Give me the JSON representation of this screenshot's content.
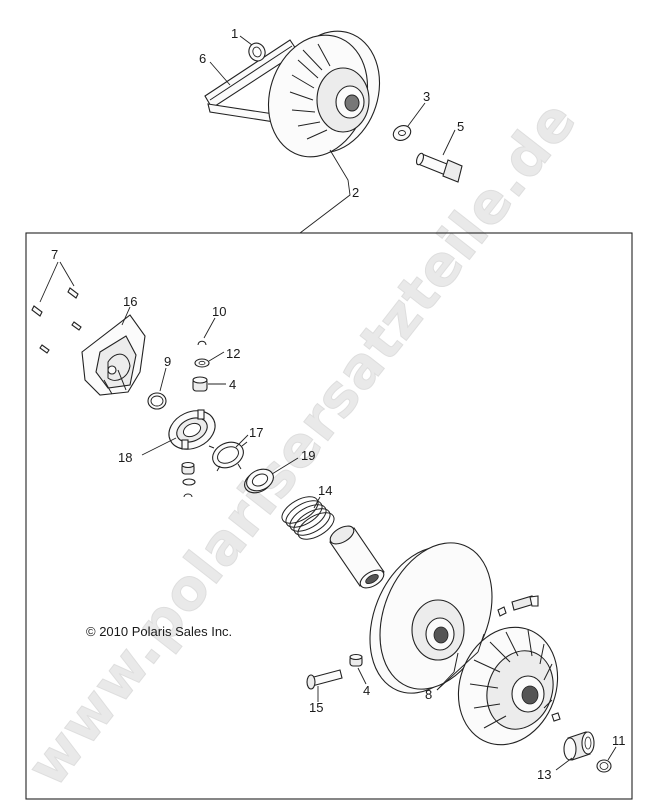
{
  "copyright": "© 2010 Polaris Sales Inc.",
  "watermark": "www.polarisersatzteile.de",
  "callouts": {
    "c1": "1",
    "c2": "2",
    "c3": "3",
    "c4a": "4",
    "c4b": "4",
    "c5": "5",
    "c6": "6",
    "c7": "7",
    "c8": "8",
    "c9": "9",
    "c10": "10",
    "c11": "11",
    "c12": "12",
    "c13": "13",
    "c14": "14",
    "c15": "15",
    "c16": "16",
    "c17": "17",
    "c18": "18",
    "c19": "19"
  }
}
